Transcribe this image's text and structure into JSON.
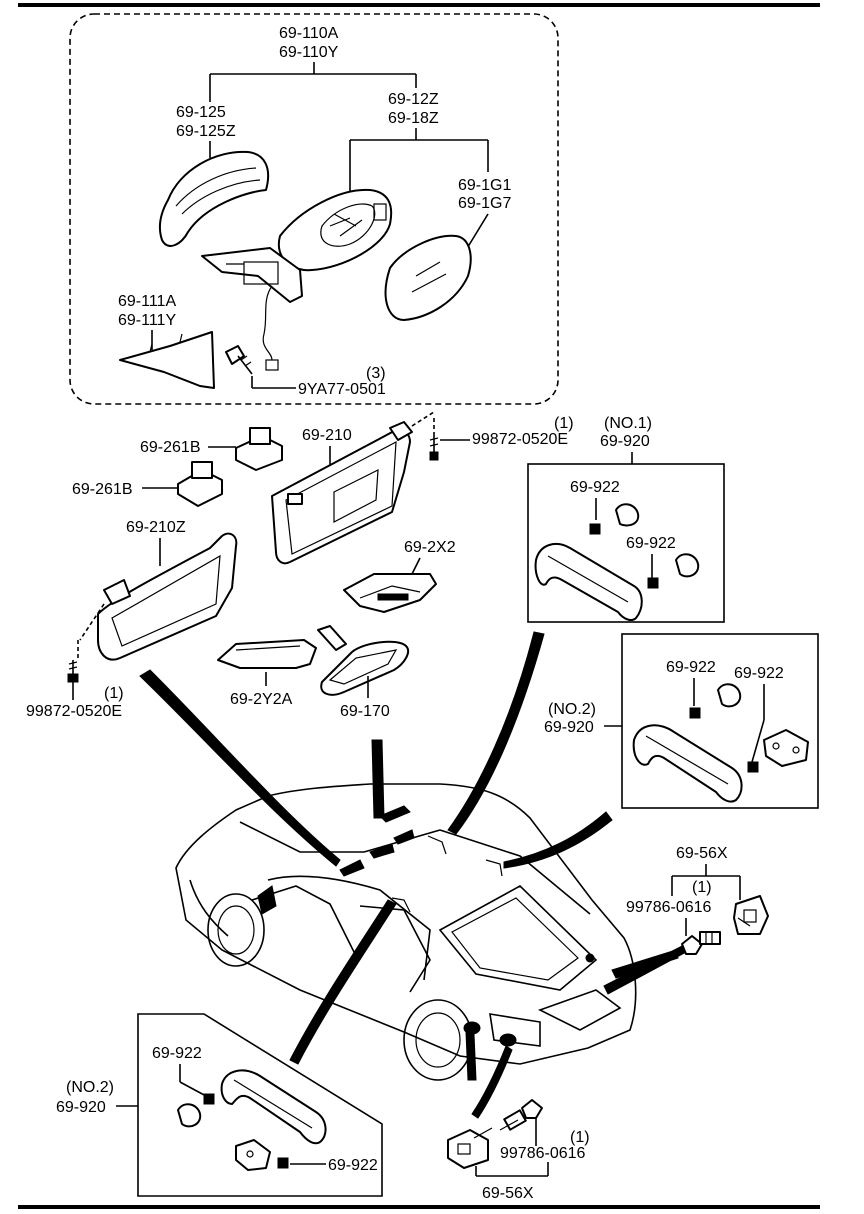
{
  "mirror_group": {
    "label_assembly": [
      "69-110A",
      "69-110Y"
    ],
    "label_cover": [
      "69-125",
      "69-125Z"
    ],
    "label_body": [
      "69-12Z",
      "69-18Z"
    ],
    "label_glass": [
      "69-1G1",
      "69-1G7"
    ],
    "label_garnish": [
      "69-111A",
      "69-111Y"
    ],
    "bolt_qty": "(3)",
    "bolt_label": "9YA77-0501"
  },
  "visor_group": {
    "clip_upper": "69-261B",
    "clip_lower": "69-261B",
    "visor_right": "69-210",
    "visor_left": "69-210Z",
    "screw_upper_qty": "(1)",
    "screw_upper": "99872-0520E",
    "screw_lower_qty": "(1)",
    "screw_lower": "99872-0520E",
    "mirror_cover": "69-2X2",
    "mirror_garnish": "69-2Y2A",
    "rear_view_mirror": "69-170"
  },
  "grip_no1": {
    "qty": "(NO.1)",
    "label": "69-920",
    "cap_a": "69-922",
    "cap_b": "69-922"
  },
  "grip_no2_right": {
    "qty": "(NO.2)",
    "label": "69-920",
    "cap_a": "69-922",
    "cap_b": "69-922"
  },
  "grip_no2_left": {
    "qty": "(NO.2)",
    "label": "69-920",
    "cap_a": "69-922",
    "cap_b": "69-922"
  },
  "trunk_hook_right": {
    "label": "69-56X",
    "bolt_qty": "(1)",
    "bolt": "99786-0616"
  },
  "trunk_hook_left": {
    "label": "69-56X",
    "bolt_qty": "(1)",
    "bolt": "99786-0616"
  }
}
